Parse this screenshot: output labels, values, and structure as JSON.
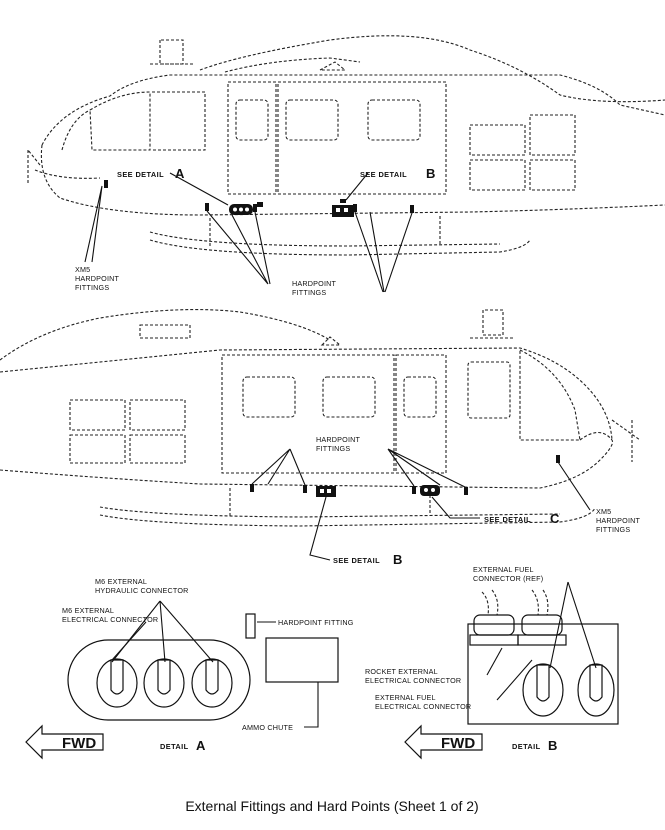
{
  "labels": {
    "see_detail_a_top": "SEE DETAIL",
    "detail_letter_a": "A",
    "see_detail_b_top": "SEE DETAIL",
    "detail_letter_b_top": "B",
    "xm5_top": [
      "XM5",
      "HARDPOINT",
      "FITTINGS"
    ],
    "hardpoint_fittings_top": [
      "HARDPOINT",
      "FITTINGS"
    ],
    "hardpoint_fittings_mid": [
      "HARDPOINT",
      "FITTINGS"
    ],
    "see_detail_c": "SEE DETAIL",
    "detail_letter_c": "C",
    "see_detail_b_mid": "SEE DETAIL",
    "detail_letter_b_mid": "B",
    "xm5_mid": [
      "XM5",
      "HARDPOINT",
      "FITTINGS"
    ],
    "m6_hydraulic": [
      "M6 EXTERNAL",
      "HYDRAULIC CONNECTOR"
    ],
    "m6_electrical": [
      "M6 EXTERNAL",
      "ELECTRICAL CONNECTOR"
    ],
    "hardpoint_fitting": "HARDPOINT FITTING",
    "ammo_chute": "AMMO CHUTE",
    "fwd_a": "FWD",
    "detail_a_word": "DETAIL",
    "detail_a_letter": "A",
    "ext_fuel_ref": [
      "EXTERNAL FUEL",
      "CONNECTOR (REF)"
    ],
    "rocket_elec": [
      "ROCKET EXTERNAL",
      "ELECTRICAL CONNECTOR"
    ],
    "ext_fuel_elec": [
      "EXTERNAL FUEL",
      "ELECTRICAL CONNECTOR"
    ],
    "fwd_b": "FWD",
    "detail_b_word": "DETAIL",
    "detail_b_letter": "B"
  },
  "caption": "External Fittings and Hard Points (Sheet 1 of 2)",
  "icons": [
    "helicopter-left-view",
    "helicopter-right-view",
    "forward-arrow-icon",
    "connector-knob-icon"
  ]
}
